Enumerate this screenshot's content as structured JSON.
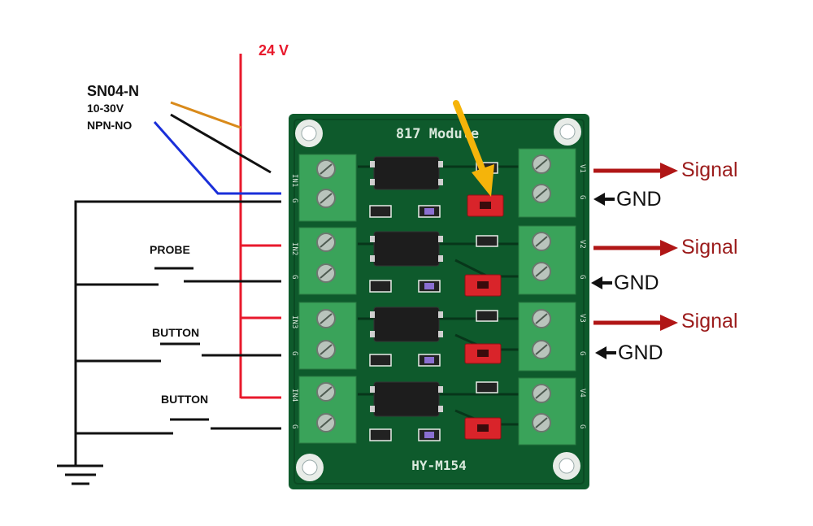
{
  "sensor": {
    "model": "SN04-N",
    "voltage": "10-30V",
    "type": "NPN-NO"
  },
  "supply": {
    "label": "24 V"
  },
  "switches": [
    {
      "label": "PROBE"
    },
    {
      "label": "BUTTON"
    },
    {
      "label": "BUTTON"
    }
  ],
  "board": {
    "title": "817 Module",
    "model": "HY-M154",
    "inputs": [
      "IN1",
      "G",
      "IN2",
      "G",
      "IN3",
      "G",
      "IN4",
      "G"
    ],
    "outputs": [
      "V1",
      "G",
      "V2",
      "G",
      "V3",
      "G",
      "V4",
      "G"
    ]
  },
  "outputs": [
    {
      "signal": "Signal",
      "gnd": "GND"
    },
    {
      "signal": "Signal",
      "gnd": "GND"
    },
    {
      "signal": "Signal",
      "gnd": "GND"
    }
  ],
  "colors": {
    "board": "#0e5a2c",
    "terminal": "#3aa35a",
    "supply_wire": "#e8192c",
    "ground_wire": "#111111",
    "sensor_brown": "#d98a1a",
    "sensor_blue": "#1a2fd9",
    "signal_arrow": "#b01616",
    "highlight_arrow": "#f5b40a",
    "jumper": "#d9242a"
  }
}
